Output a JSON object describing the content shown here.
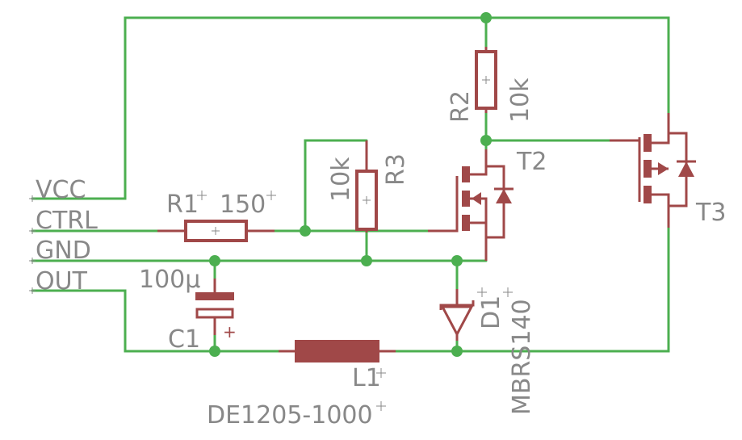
{
  "colors": {
    "wire": "#4caf50",
    "component": "#a04848",
    "text": "#888888",
    "background": "#ffffff"
  },
  "nets": {
    "vcc": "VCC",
    "ctrl": "CTRL",
    "gnd": "GND",
    "out": "OUT"
  },
  "components": {
    "r1": {
      "ref": "R1",
      "value": "150"
    },
    "r2": {
      "ref": "R2",
      "value": "10k"
    },
    "r3": {
      "ref": "R3",
      "value": "10k"
    },
    "c1": {
      "ref": "C1",
      "value": "100µ",
      "polarity": "+"
    },
    "l1": {
      "ref": "L1",
      "value": "DE1205-1000"
    },
    "d1": {
      "ref": "D1",
      "value": "MBRS140"
    },
    "t2": {
      "ref": "T2"
    },
    "t3": {
      "ref": "T3"
    }
  }
}
